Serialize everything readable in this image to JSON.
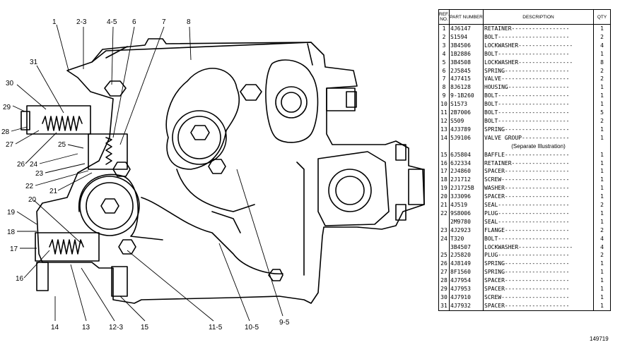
{
  "diagram": {
    "callouts": [
      {
        "id": "c-1",
        "text": "1"
      },
      {
        "id": "c-2-3",
        "text": "2-3"
      },
      {
        "id": "c-4-5",
        "text": "4-5"
      },
      {
        "id": "c-6",
        "text": "6"
      },
      {
        "id": "c-7",
        "text": "7"
      },
      {
        "id": "c-8",
        "text": "8"
      },
      {
        "id": "c-31",
        "text": "31"
      },
      {
        "id": "c-30",
        "text": "30"
      },
      {
        "id": "c-29",
        "text": "29"
      },
      {
        "id": "c-28",
        "text": "28"
      },
      {
        "id": "c-27",
        "text": "27"
      },
      {
        "id": "c-26",
        "text": "26"
      },
      {
        "id": "c-25",
        "text": "25"
      },
      {
        "id": "c-24",
        "text": "24"
      },
      {
        "id": "c-23",
        "text": "23"
      },
      {
        "id": "c-22",
        "text": "22"
      },
      {
        "id": "c-21",
        "text": "21"
      },
      {
        "id": "c-20",
        "text": "20"
      },
      {
        "id": "c-19",
        "text": "19"
      },
      {
        "id": "c-18",
        "text": "18"
      },
      {
        "id": "c-17",
        "text": "17"
      },
      {
        "id": "c-16",
        "text": "16"
      },
      {
        "id": "c-14",
        "text": "14"
      },
      {
        "id": "c-13",
        "text": "13"
      },
      {
        "id": "c-12-3",
        "text": "12-3"
      },
      {
        "id": "c-15",
        "text": "15"
      },
      {
        "id": "c-11-5",
        "text": "11-5"
      },
      {
        "id": "c-10-5",
        "text": "10-5"
      },
      {
        "id": "c-9-5",
        "text": "9-5"
      }
    ]
  },
  "parts_table": {
    "headers": {
      "ref": "REF. NO.",
      "part": "PART NUMBER",
      "description": "DESCRIPTION",
      "qty": "QTY"
    },
    "rows": [
      {
        "ref": "1",
        "part": "4J6147",
        "desc": "RETAINER-----------------",
        "qty": "1"
      },
      {
        "ref": "2",
        "part": "S1594",
        "desc": "BOLT---------------------",
        "qty": "2"
      },
      {
        "ref": "3",
        "part": "3B4506",
        "desc": "LOCKWASHER----------------",
        "qty": "4"
      },
      {
        "ref": "4",
        "part": "1B2886",
        "desc": "BOLT---------------------",
        "qty": "1"
      },
      {
        "ref": "5",
        "part": "3B4508",
        "desc": "LOCKWASHER----------------",
        "qty": "8"
      },
      {
        "ref": "6",
        "part": "2J5845",
        "desc": "SPRING-------------------",
        "qty": "2"
      },
      {
        "ref": "7",
        "part": "4J7415",
        "desc": "VALVE--------------------",
        "qty": "2"
      },
      {
        "ref": "8",
        "part": "8J6128",
        "desc": "HOUSING------------------",
        "qty": "1"
      },
      {
        "ref": "9",
        "part": "9-1B260",
        "desc": "BOLT---------------------",
        "qty": "1"
      },
      {
        "ref": "10",
        "part": "S1573",
        "desc": "BOLT---------------------",
        "qty": "1"
      },
      {
        "ref": "11",
        "part": "2B7006",
        "desc": "BOLT---------------------",
        "qty": "5"
      },
      {
        "ref": "12",
        "part": "S509",
        "desc": "BOLT---------------------",
        "qty": "2"
      },
      {
        "ref": "13",
        "part": "4J3789",
        "desc": "SPRING-------------------",
        "qty": "1"
      },
      {
        "ref": "14",
        "part": "5J9106",
        "desc": "VALVE GROUP--------------",
        "qty": "1"
      },
      {
        "ref": "",
        "part": "",
        "desc": "(Separate Illustration)",
        "qty": "",
        "sub": true
      },
      {
        "ref": "15",
        "part": "6J5804",
        "desc": "BAFFLE-------------------",
        "qty": "1"
      },
      {
        "ref": "16",
        "part": "6J2334",
        "desc": "RETAINER-----------------",
        "qty": "1"
      },
      {
        "ref": "17",
        "part": "2J4860",
        "desc": "SPACER-------------------",
        "qty": "1"
      },
      {
        "ref": "18",
        "part": "2J1712",
        "desc": "SCREW--------------------",
        "qty": "1"
      },
      {
        "ref": "19",
        "part": "2J1725B",
        "desc": "WASHER-------------------",
        "qty": "1"
      },
      {
        "ref": "20",
        "part": "3J3096",
        "desc": "SPACER-------------------",
        "qty": "1"
      },
      {
        "ref": "21",
        "part": "4J519",
        "desc": "SEAL---------------------",
        "qty": "2"
      },
      {
        "ref": "22",
        "part": "9S8006",
        "desc": "PLUG---------------------",
        "qty": "1"
      },
      {
        "ref": "",
        "part": "2M9780",
        "desc": "SEAL---------------------",
        "qty": "1"
      },
      {
        "ref": "23",
        "part": "4J2923",
        "desc": "FLANGE-------------------",
        "qty": "2"
      },
      {
        "ref": "24",
        "part": "T320",
        "desc": "BOLT---------------------",
        "qty": "4"
      },
      {
        "ref": "",
        "part": "3B4507",
        "desc": "LOCKWASHER----------------",
        "qty": "4"
      },
      {
        "ref": "25",
        "part": "2J5820",
        "desc": "PLUG---------------------",
        "qty": "2"
      },
      {
        "ref": "26",
        "part": "4J8149",
        "desc": "SPRING-------------------",
        "qty": "1"
      },
      {
        "ref": "27",
        "part": "8F1560",
        "desc": "SPRING-------------------",
        "qty": "1"
      },
      {
        "ref": "28",
        "part": "4J7954",
        "desc": "SPACER-------------------",
        "qty": "1"
      },
      {
        "ref": "29",
        "part": "4J7953",
        "desc": "SPACER-------------------",
        "qty": "1"
      },
      {
        "ref": "30",
        "part": "4J7910",
        "desc": "SCREW--------------------",
        "qty": "1"
      },
      {
        "ref": "31",
        "part": "4J7932",
        "desc": "SPACER-------------------",
        "qty": "1"
      }
    ],
    "illustration_number": "149719"
  }
}
